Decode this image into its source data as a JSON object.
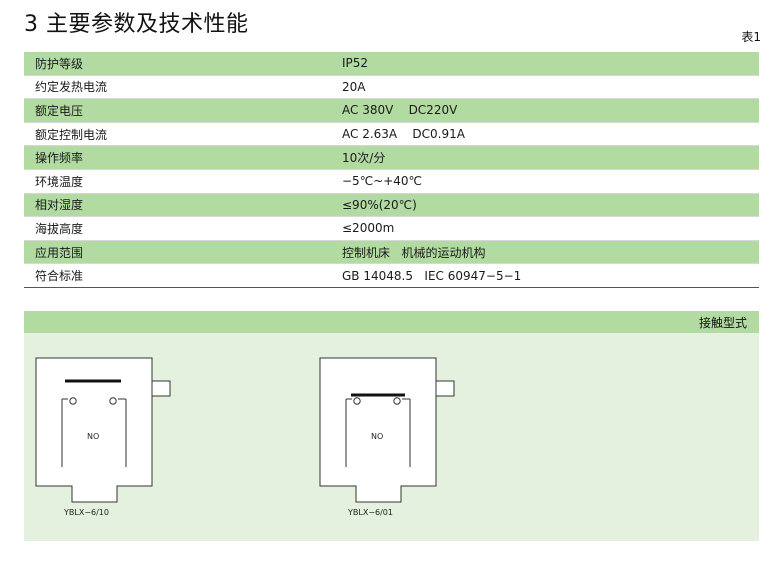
{
  "title": "3 主要参数及技术性能",
  "table_no": "表1",
  "specs": [
    {
      "k": "防护等级",
      "v": "IP52"
    },
    {
      "k": "约定发热电流",
      "v": "20A"
    },
    {
      "k": "额定电压",
      "v": "AC 380V    DC220V"
    },
    {
      "k": "额定控制电流",
      "v": "AC 2.63A    DC0.91A"
    },
    {
      "k": "操作频率",
      "v": "10次/分"
    },
    {
      "k": "环境温度",
      "v": "−5℃~+40℃"
    },
    {
      "k": "相对湿度",
      "v": "≤90%(20℃)"
    },
    {
      "k": "海拔高度",
      "v": "≤2000m"
    },
    {
      "k": "应用范围",
      "v": "控制机床   机械的运动机构"
    },
    {
      "k": "符合标准",
      "v": "GB 14048.5   IEC 60947−5−1"
    }
  ],
  "contact_header": "接触型式",
  "diagrams": [
    {
      "contact_label": "NO",
      "model": "YBLX−6/10"
    },
    {
      "contact_label": "NO",
      "model": "YBLX−6/01"
    }
  ]
}
